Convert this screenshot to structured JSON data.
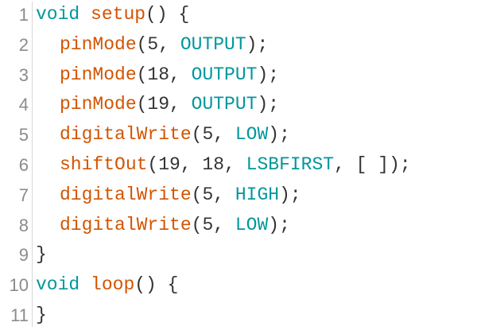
{
  "colors": {
    "keyword": "#00979c",
    "function": "#d35400",
    "constant": "#00979c",
    "text": "#333333",
    "line_number": "#8b8b8b"
  },
  "lines": [
    {
      "n": "1",
      "tokens": [
        {
          "t": "void",
          "c": "kw"
        },
        {
          "t": " ",
          "c": "punc"
        },
        {
          "t": "setup",
          "c": "fn"
        },
        {
          "t": "() {",
          "c": "punc"
        }
      ]
    },
    {
      "n": "2",
      "indent": true,
      "tokens": [
        {
          "t": "pinMode",
          "c": "fn"
        },
        {
          "t": "(5, ",
          "c": "punc"
        },
        {
          "t": "OUTPUT",
          "c": "const"
        },
        {
          "t": ");",
          "c": "punc"
        }
      ]
    },
    {
      "n": "3",
      "indent": true,
      "tokens": [
        {
          "t": "pinMode",
          "c": "fn"
        },
        {
          "t": "(18, ",
          "c": "punc"
        },
        {
          "t": "OUTPUT",
          "c": "const"
        },
        {
          "t": ");",
          "c": "punc"
        }
      ]
    },
    {
      "n": "4",
      "indent": true,
      "tokens": [
        {
          "t": "pinMode",
          "c": "fn"
        },
        {
          "t": "(19, ",
          "c": "punc"
        },
        {
          "t": "OUTPUT",
          "c": "const"
        },
        {
          "t": ");",
          "c": "punc"
        }
      ]
    },
    {
      "n": "5",
      "indent": true,
      "tokens": [
        {
          "t": "digitalWrite",
          "c": "fn"
        },
        {
          "t": "(5, ",
          "c": "punc"
        },
        {
          "t": "LOW",
          "c": "const"
        },
        {
          "t": ");",
          "c": "punc"
        }
      ]
    },
    {
      "n": "6",
      "indent": true,
      "tokens": [
        {
          "t": "shiftOut",
          "c": "fn"
        },
        {
          "t": "(19, 18, ",
          "c": "punc"
        },
        {
          "t": "LSBFIRST",
          "c": "const"
        },
        {
          "t": ", [ ]);",
          "c": "punc"
        }
      ]
    },
    {
      "n": "7",
      "indent": true,
      "tokens": [
        {
          "t": "digitalWrite",
          "c": "fn"
        },
        {
          "t": "(5, ",
          "c": "punc"
        },
        {
          "t": "HIGH",
          "c": "const"
        },
        {
          "t": ");",
          "c": "punc"
        }
      ]
    },
    {
      "n": "8",
      "indent": true,
      "tokens": [
        {
          "t": "digitalWrite",
          "c": "fn"
        },
        {
          "t": "(5, ",
          "c": "punc"
        },
        {
          "t": "LOW",
          "c": "const"
        },
        {
          "t": ");",
          "c": "punc"
        }
      ]
    },
    {
      "n": "9",
      "tokens": [
        {
          "t": "}",
          "c": "punc"
        }
      ]
    },
    {
      "n": "10",
      "tokens": [
        {
          "t": "void",
          "c": "kw"
        },
        {
          "t": " ",
          "c": "punc"
        },
        {
          "t": "loop",
          "c": "fn"
        },
        {
          "t": "() {",
          "c": "punc"
        }
      ]
    },
    {
      "n": "11",
      "tokens": [
        {
          "t": "}",
          "c": "punc"
        }
      ]
    }
  ]
}
